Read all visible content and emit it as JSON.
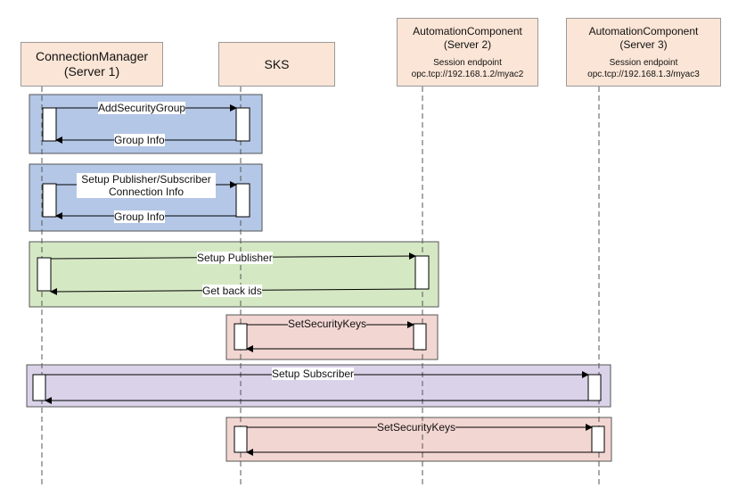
{
  "participants": {
    "connection_manager": {
      "name": "ConnectionManager",
      "server": "(Server 1)"
    },
    "sks": {
      "name": "SKS"
    },
    "automation_component_2": {
      "name": "AutomationComponent",
      "server": "(Server 2)",
      "session_label": "Session endpoint",
      "endpoint": "opc.tcp://192.168.1.2/myac2"
    },
    "automation_component_3": {
      "name": "AutomationComponent",
      "server": "(Server 3)",
      "session_label": "Session endpoint",
      "endpoint": "opc.tcp://192.168.1.3/myac3"
    }
  },
  "messages": {
    "add_security_group": "AddSecurityGroup",
    "group_info_1": "Group Info",
    "setup_pubsub_line1": "Setup Publisher/Subscriber",
    "setup_pubsub_line2": "Connection Info",
    "group_info_2": "Group Info",
    "setup_publisher": "Setup Publisher",
    "get_back_ids": "Get back ids",
    "set_security_keys_1": "SetSecurityKeys",
    "setup_subscriber": "Setup Subscriber",
    "set_security_keys_2": "SetSecurityKeys"
  },
  "colors": {
    "header_fill": "#fbe5d6",
    "group_blue": "#b4c7e7",
    "group_green": "#d5e8c4",
    "group_pink": "#f2d6d2",
    "group_purple": "#d9d2e9"
  }
}
